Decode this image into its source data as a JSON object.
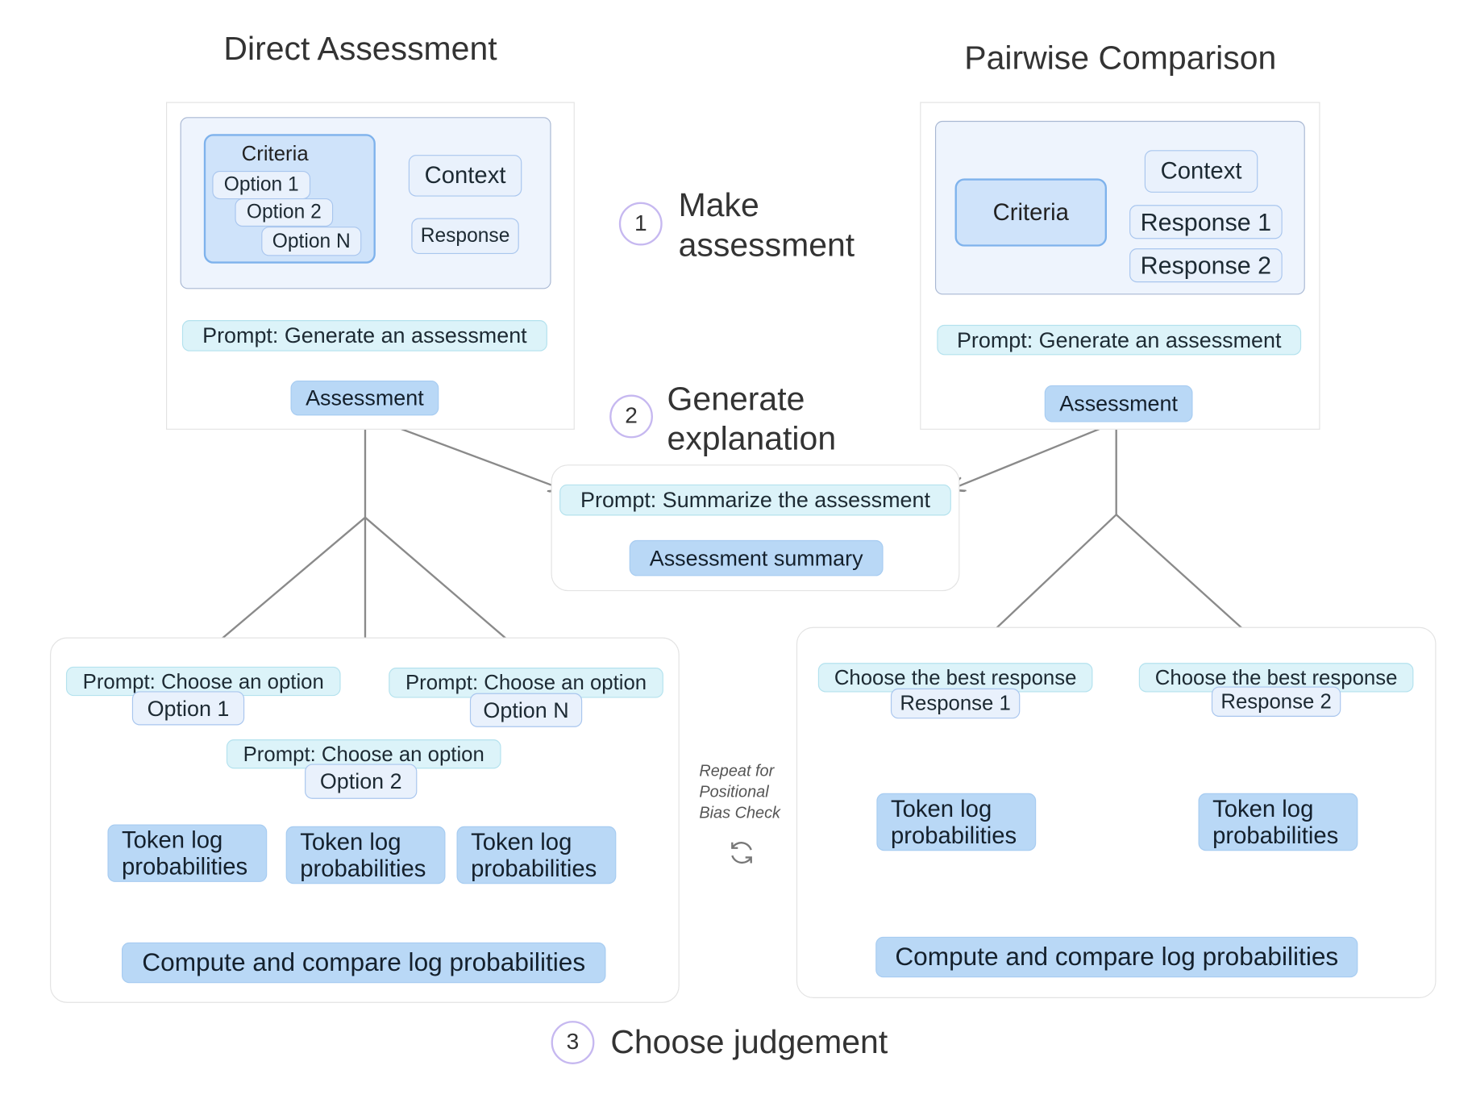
{
  "titles": {
    "direct": "Direct Assessment",
    "pairwise": "Pairwise Comparison"
  },
  "steps": [
    {
      "num": "1",
      "line1": "Make",
      "line2": "assessment"
    },
    {
      "num": "2",
      "line1": "Generate",
      "line2": "explanation"
    },
    {
      "num": "3",
      "text": "Choose judgement"
    }
  ],
  "direct": {
    "criteria": "Criteria",
    "options": [
      "Option 1",
      "Option 2",
      "Option N"
    ],
    "context": "Context",
    "response": "Response",
    "prompt": "Prompt: Generate an assessment",
    "assessment": "Assessment",
    "choose_prompts": [
      {
        "prompt": "Prompt: Choose an option",
        "option": "Option 1"
      },
      {
        "prompt": "Prompt: Choose an option",
        "option": "Option 2"
      },
      {
        "prompt": "Prompt: Choose an option",
        "option": "Option N"
      }
    ],
    "token": "Token log probabilities",
    "compute": "Compute and compare log probabilities"
  },
  "pairwise": {
    "criteria": "Criteria",
    "context": "Context",
    "responses": [
      "Response 1",
      "Response 2"
    ],
    "prompt": "Prompt: Generate an assessment",
    "assessment": "Assessment",
    "choose_prompts": [
      {
        "prompt": "Choose the best response",
        "response": "Response 1"
      },
      {
        "prompt": "Choose the best response",
        "response": "Response 2"
      }
    ],
    "token": "Token log probabilities",
    "compute": "Compute and compare log probabilities"
  },
  "summary": {
    "prompt": "Prompt: Summarize the assessment",
    "result": "Assessment summary"
  },
  "repeat_note": {
    "lines": [
      "Repeat for",
      "Positional",
      "Bias Check"
    ],
    "icon": "refresh-icon"
  },
  "colors": {
    "prompt_fill": "#dcf3f9",
    "output_fill": "#b9d8f6",
    "circle_border": "#c6b8f0",
    "arrow": "#888888"
  }
}
